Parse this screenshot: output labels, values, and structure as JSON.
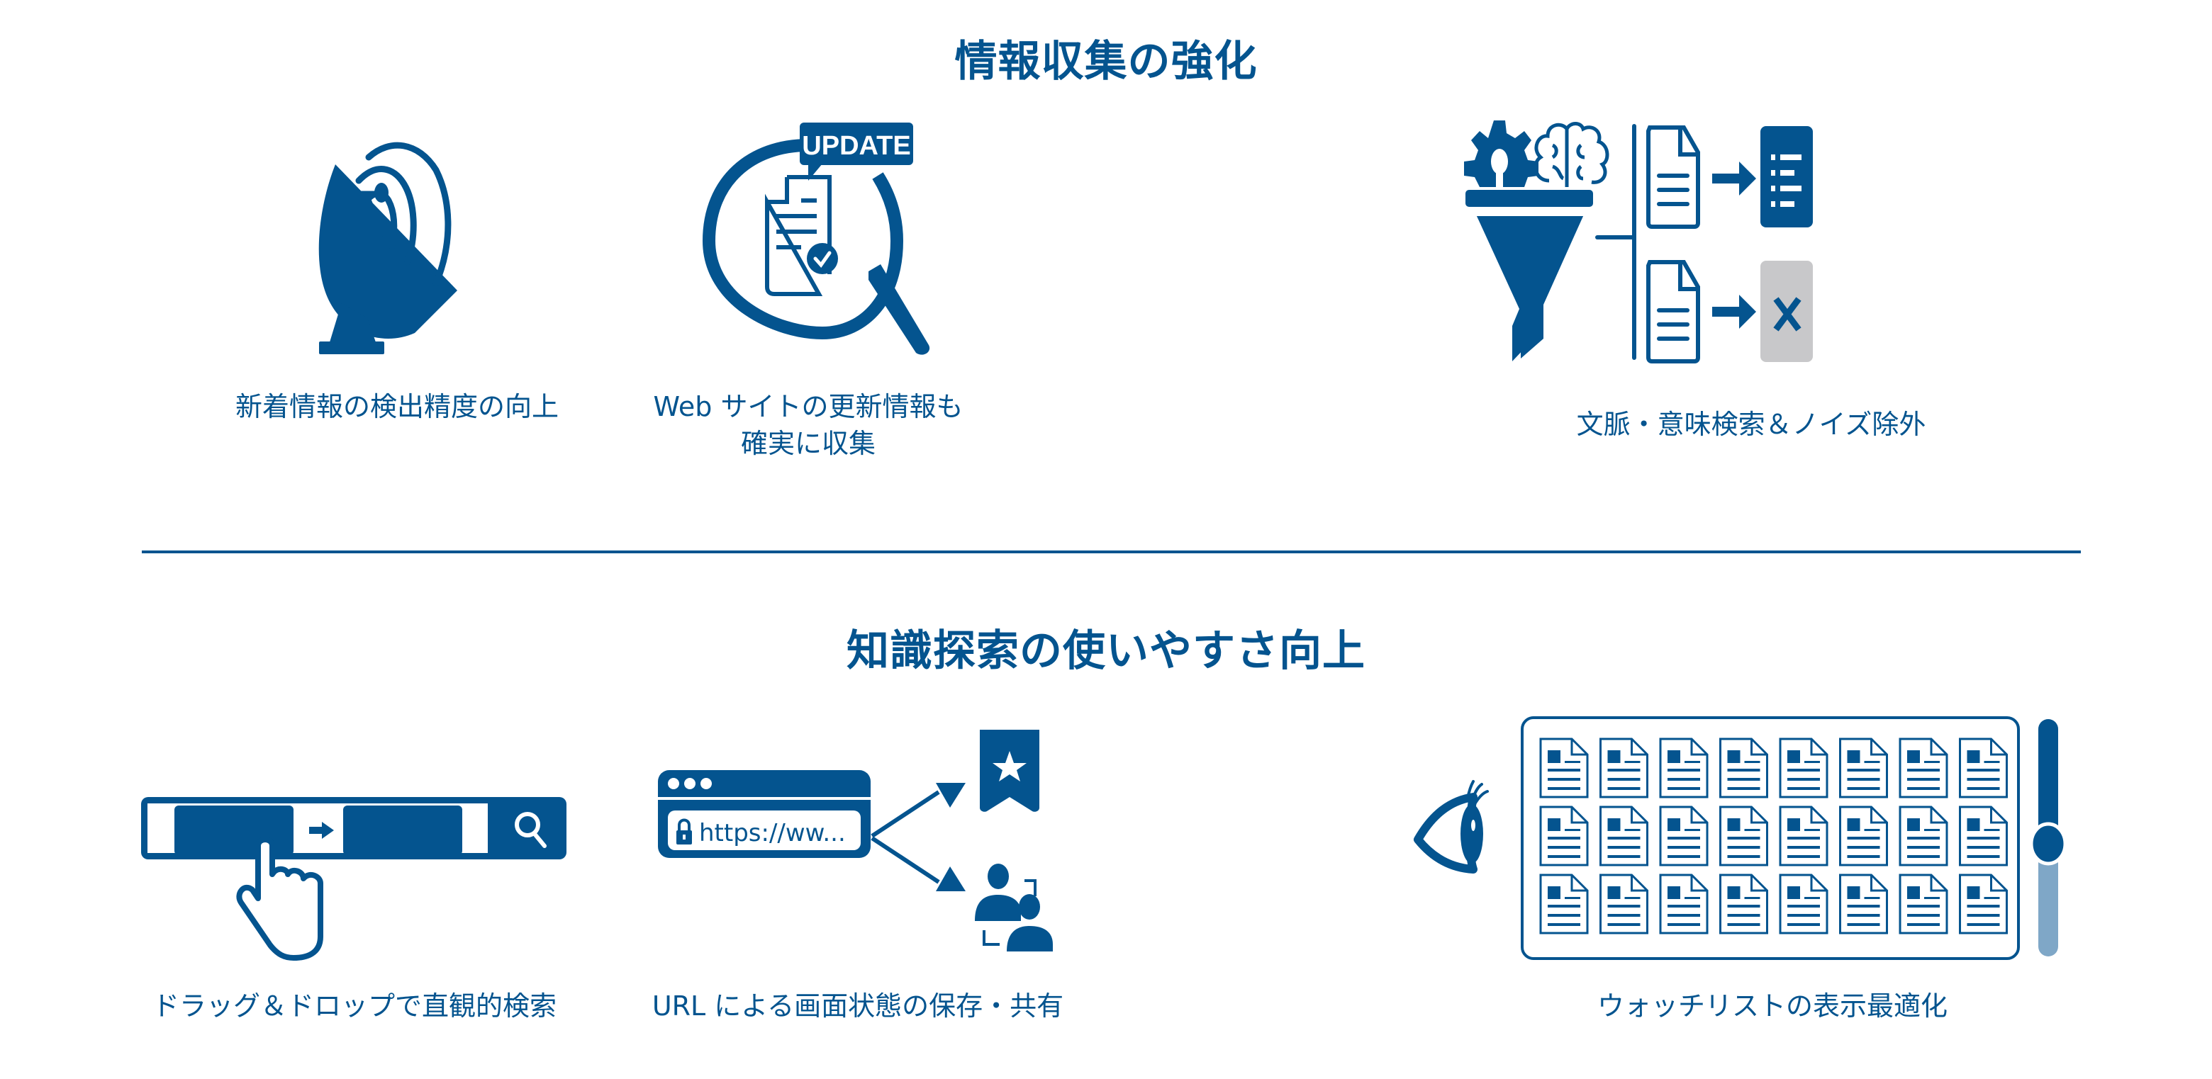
{
  "colors": {
    "primary": "#04548f",
    "slider_track_light": "#7fa7c7",
    "reject_box": "#c8c8ca",
    "background": "#ffffff"
  },
  "sections": [
    {
      "title": "情報収集の強化",
      "features": [
        {
          "icon": "satellite-dish-icon",
          "caption": "新着情報の検出精度の向上"
        },
        {
          "icon": "magnifier-update-document-icon",
          "badge": "UPDATE",
          "caption_line1": "Web サイトの更新情報も",
          "caption_line2": "確実に収集"
        },
        {
          "icon": "ai-filter-funnel-icon",
          "caption": "文脈・意味検索＆ノイズ除外"
        }
      ]
    },
    {
      "title": "知識探索の使いやすさ向上",
      "features": [
        {
          "icon": "drag-drop-search-bar-icon",
          "caption": "ドラッグ＆ドロップで直観的検索"
        },
        {
          "icon": "url-share-bookmark-icon",
          "url_text": "https://ww...",
          "caption": "URL による画面状態の保存・共有"
        },
        {
          "icon": "watchlist-grid-slider-icon",
          "grid_rows": 3,
          "grid_cols": 8,
          "caption": "ウォッチリストの表示最適化"
        }
      ]
    }
  ]
}
